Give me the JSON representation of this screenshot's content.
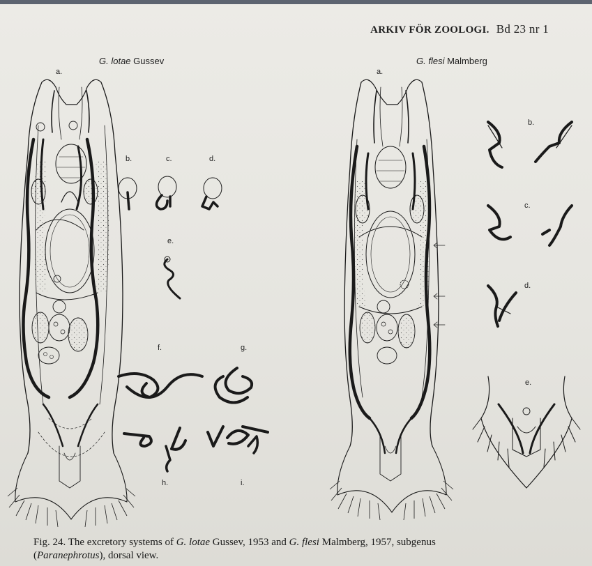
{
  "header": {
    "journal": "ARKIV FÖR ZOOLOGI.",
    "volume": "Bd 23 nr 1"
  },
  "left_figure": {
    "species": "G. lotae",
    "author": "Gussev",
    "panel_labels": [
      "a.",
      "b.",
      "c.",
      "d.",
      "e.",
      "f.",
      "g.",
      "h.",
      "i."
    ]
  },
  "right_figure": {
    "species": "G. flesi",
    "author": "Malmberg",
    "panel_labels": [
      "a.",
      "b.",
      "c.",
      "d.",
      "e."
    ]
  },
  "caption": {
    "prefix": "Fig. 24. The excretory systems of ",
    "sp1": "G. lotae",
    "mid1": " Gussev, 1953 and ",
    "sp2": "G. flesi",
    "mid2": " Malmberg, 1957, subgenus",
    "open": "(",
    "subgenus": "Paranephrotus",
    "suffix": "), dorsal view."
  },
  "colors": {
    "ink": "#1a1a1a",
    "paper": "#e9e8e3",
    "frame": "#5d6470"
  }
}
